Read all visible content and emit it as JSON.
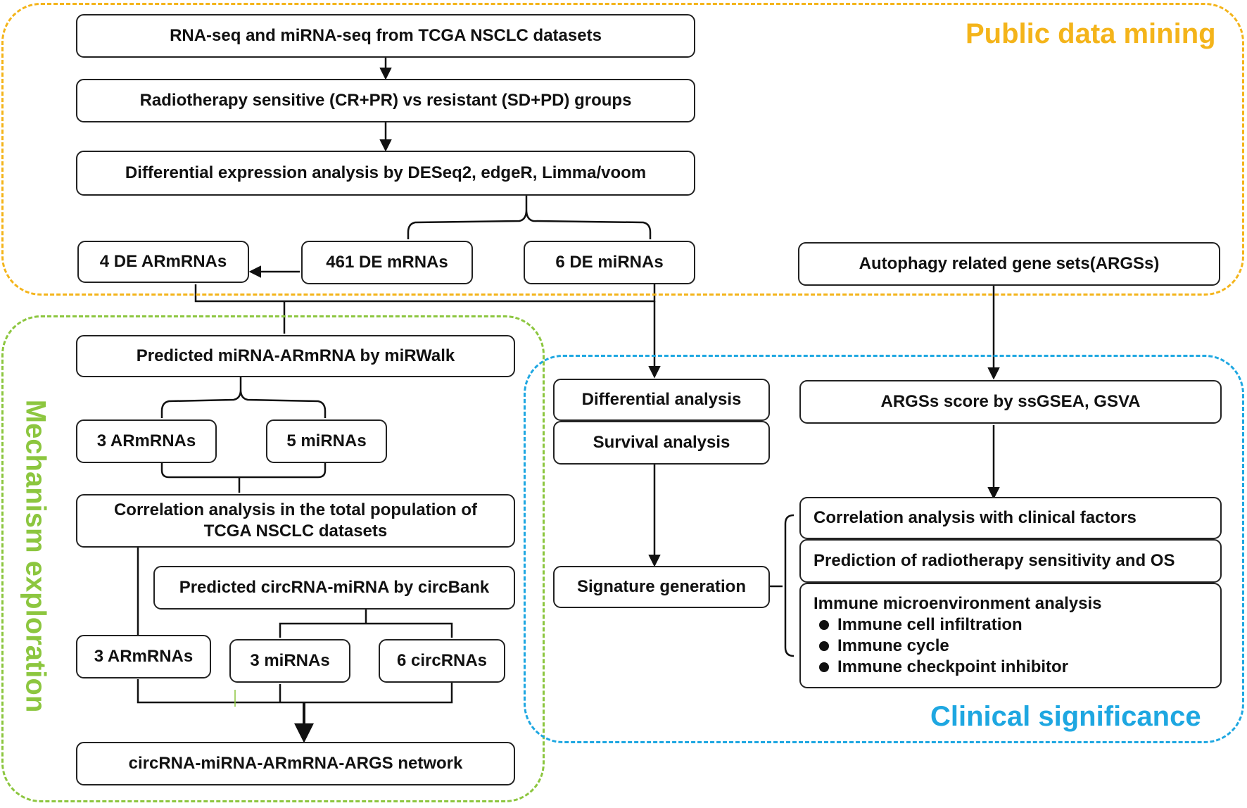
{
  "regions": {
    "public": {
      "title": "Public data mining",
      "color": "#f4b41a"
    },
    "mechanism": {
      "title": "Mechanism exploration",
      "color": "#8cc63f"
    },
    "clinical": {
      "title": "Clinical significance",
      "color": "#1ea7e1"
    }
  },
  "boxes": {
    "rnaseq": "RNA-seq and miRNA-seq from TCGA NSCLC datasets",
    "groups": "Radiotherapy sensitive (CR+PR) vs resistant (SD+PD) groups",
    "de_analysis": "Differential expression analysis by DESeq2, edgeR, Limma/voom",
    "de_armrnas": "4 DE ARmRNAs",
    "de_mrnas": "461 DE mRNAs",
    "de_mirnas": "6 DE miRNAs",
    "argss": "Autophagy related gene sets(ARGSs)",
    "mirwalk": "Predicted miRNA-ARmRNA by miRWalk",
    "armrnas_3a": "3 ARmRNAs",
    "mirnas_5": "5 miRNAs",
    "correlation_total_line1": "Correlation analysis in the total population of",
    "correlation_total_line2": "TCGA NSCLC datasets",
    "circbank": "Predicted circRNA-miRNA by circBank",
    "armrnas_3b": "3 ARmRNAs",
    "mirnas_3": "3 miRNAs",
    "circrnas_6": "6 circRNAs",
    "network": "circRNA-miRNA-ARmRNA-ARGS network",
    "differential": "Differential analysis",
    "survival": "Survival analysis",
    "signature": "Signature generation",
    "argss_score": "ARGSs score by ssGSEA, GSVA",
    "corr_clinical": "Correlation analysis with clinical factors",
    "prediction": "Prediction of radiotherapy sensitivity and OS",
    "immune_title": "Immune microenvironment analysis",
    "immune_items": [
      "Immune cell infiltration",
      "Immune cycle",
      "Immune checkpoint inhibitor"
    ]
  },
  "line_color": "#111111"
}
